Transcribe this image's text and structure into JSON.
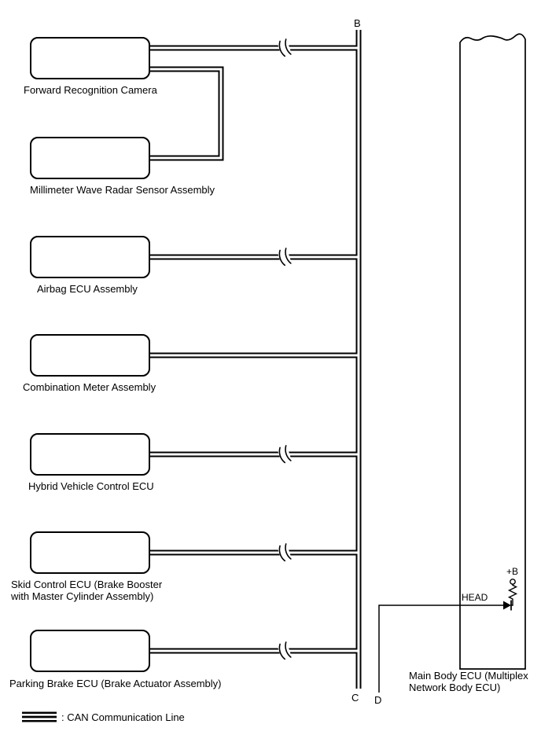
{
  "diagram": {
    "modules": [
      {
        "label": "Forward Recognition Camera"
      },
      {
        "label": "Millimeter Wave Radar Sensor Assembly"
      },
      {
        "label": "Airbag ECU Assembly"
      },
      {
        "label": "Combination Meter Assembly"
      },
      {
        "label": "Hybrid Vehicle Control ECU"
      },
      {
        "label": "Skid Control ECU (Brake Booster with Master Cylinder Assembly)"
      },
      {
        "label": "Parking Brake ECU (Brake Actuator Assembly)"
      }
    ],
    "main_body_ecu": {
      "label": "Main Body ECU (Multiplex Network Body ECU)",
      "head_pin_label": "HEAD",
      "power_label": "+B"
    },
    "connectors": {
      "bus_top": "B",
      "bus_bottom": "C",
      "branch_bottom": "D"
    },
    "legend": {
      "can_line_label": ": CAN Communication Line"
    },
    "colors": {
      "line": "#000000",
      "background": "#ffffff"
    }
  }
}
